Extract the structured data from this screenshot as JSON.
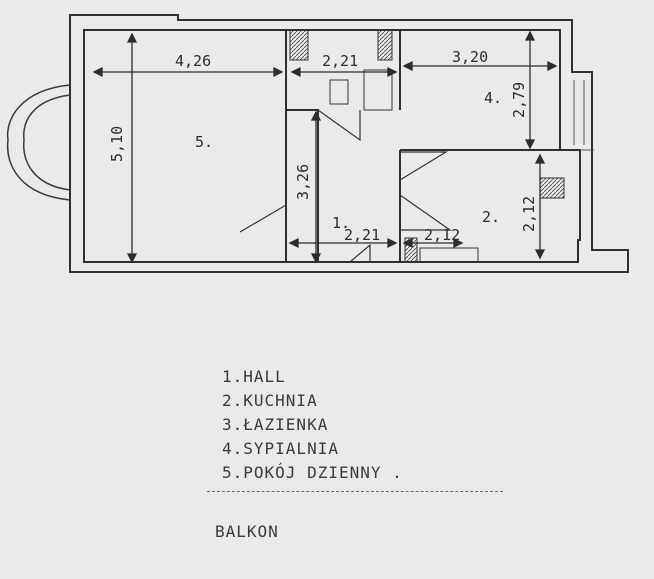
{
  "plan": {
    "dimensions": {
      "living_width": "4,26",
      "living_height": "5,10",
      "bath_width": "2,21",
      "bedroom_width": "3,20",
      "bedroom_height": "2,79",
      "hall_height": "3,26",
      "hall_width": "2,21",
      "kitchen_width": "2,12",
      "kitchen_height": "2,12"
    },
    "room_numbers": {
      "hall": "1.",
      "kitchen": "2.",
      "bedroom": "4.",
      "living": "5."
    }
  },
  "legend": {
    "items": [
      "1.HALL",
      "2.KUCHNIA",
      "3.ŁAZIENKA",
      "4.SYPIALNIA",
      "5.POKÓJ DZIENNY ."
    ]
  },
  "balcony_label": "BALKON",
  "colors": {
    "paper": "#e9ebe8",
    "ink": "#2c2c2c"
  }
}
